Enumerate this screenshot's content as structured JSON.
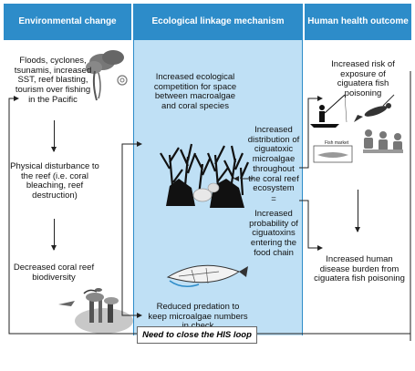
{
  "headers": {
    "environmental": "Environmental change",
    "ecological": "Ecological linkage mechanism",
    "health": "Human health outcome"
  },
  "environmental": {
    "drivers": "Floods, cyclones, tsunamis, increased SST, reef blasting, tourism over fishing in the Pacific",
    "disturbance": "Physical disturbance to the reef (i.e. coral bleaching, reef destruction)",
    "biodiversity": "Decreased coral reef biodiversity"
  },
  "ecological": {
    "competition": "Increased ecological competition for space between macroalgae and coral species",
    "predation": "Reduced predation to keep microalgae numbers in check",
    "distribution": "Increased distribution of ciguatoxic microalgae throughout the coral reef ecosystem",
    "equals": "=",
    "probability": "Increased probability of ciguatoxins entering the food chain"
  },
  "health": {
    "risk": "Increased risk of exposure of ciguatera fish poisoning",
    "fish_market": "Fish market",
    "burden": "Increased human disease burden from ciguatera fish poisoning"
  },
  "loop_label": "Need to close the HIS loop",
  "colors": {
    "header": "#2d8cc9",
    "left_panel": "#ffffff",
    "center_panel": "#bfe0f5",
    "center_border": "#2d8cc9",
    "right_panel": "#ffffff"
  }
}
